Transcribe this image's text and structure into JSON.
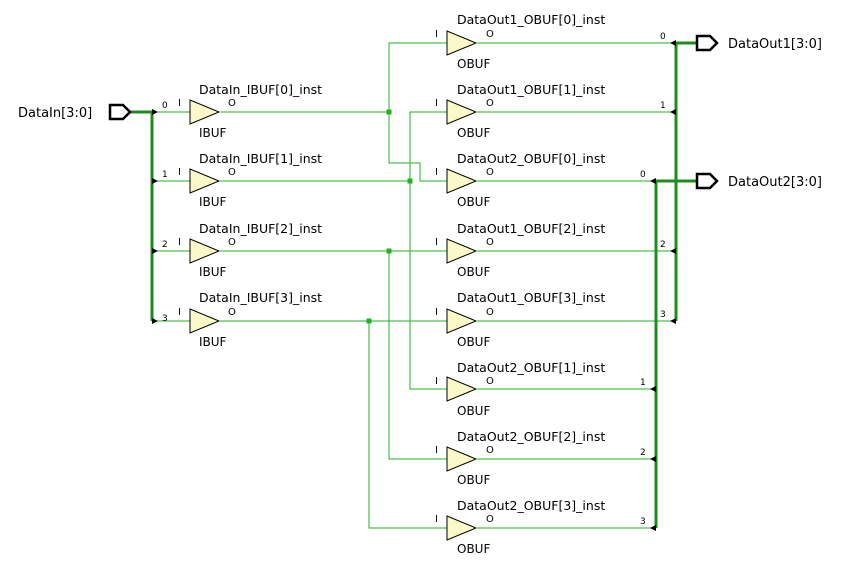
{
  "ports": {
    "input": {
      "name": "DataIn[3:0]"
    },
    "out1": {
      "name": "DataOut1[3:0]"
    },
    "out2": {
      "name": "DataOut2[3:0]"
    }
  },
  "pins": {
    "in": "I",
    "out": "O"
  },
  "ibufs": [
    {
      "inst": "DataIn_IBUF[0]_inst",
      "type": "IBUF",
      "bit": "0"
    },
    {
      "inst": "DataIn_IBUF[1]_inst",
      "type": "IBUF",
      "bit": "1"
    },
    {
      "inst": "DataIn_IBUF[2]_inst",
      "type": "IBUF",
      "bit": "2"
    },
    {
      "inst": "DataIn_IBUF[3]_inst",
      "type": "IBUF",
      "bit": "3"
    }
  ],
  "obufs": [
    {
      "inst": "DataOut1_OBUF[0]_inst",
      "type": "OBUF",
      "bit": "0"
    },
    {
      "inst": "DataOut1_OBUF[1]_inst",
      "type": "OBUF",
      "bit": "1"
    },
    {
      "inst": "DataOut2_OBUF[0]_inst",
      "type": "OBUF",
      "bit": "0"
    },
    {
      "inst": "DataOut1_OBUF[2]_inst",
      "type": "OBUF",
      "bit": "2"
    },
    {
      "inst": "DataOut1_OBUF[3]_inst",
      "type": "OBUF",
      "bit": "3"
    },
    {
      "inst": "DataOut2_OBUF[1]_inst",
      "type": "OBUF",
      "bit": "1"
    },
    {
      "inst": "DataOut2_OBUF[2]_inst",
      "type": "OBUF",
      "bit": "2"
    },
    {
      "inst": "DataOut2_OBUF[3]_inst",
      "type": "OBUF",
      "bit": "3"
    }
  ]
}
